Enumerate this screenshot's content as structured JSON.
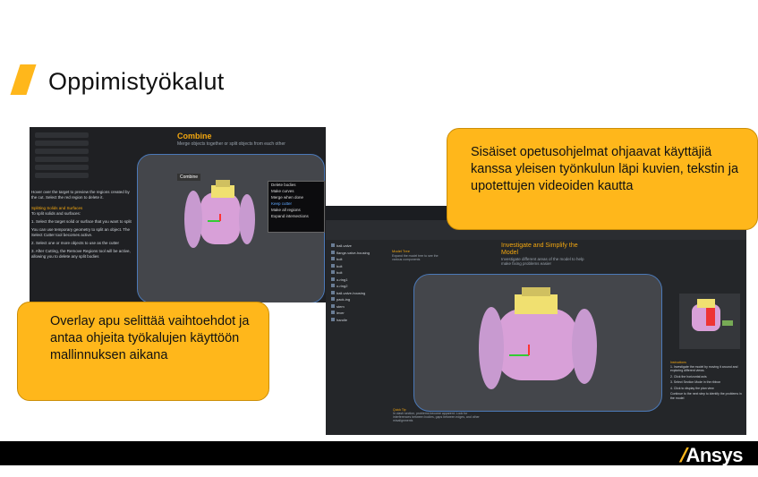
{
  "slide": {
    "title": "Oppimistyökalut"
  },
  "callouts": {
    "right": "Sisäiset opetusohjelmat ohjaavat käyttäjiä kanssa yleisen työnkulun läpi kuvien, tekstin ja upotettujen videoiden kautta",
    "left": "Overlay apu selittää vaihtoehdot ja antaa ohjeita työkalujen käyttöön mallinnuksen aikana"
  },
  "screenshot_left": {
    "heading": "Combine",
    "subheading": "Merge objects together or split objects from each other",
    "tooltip": "Combine",
    "hover_hint": "Hover over the target to preview the regions created by the cut. Select the red region to delete it.",
    "section_title": "Splitting Solids and Surfaces",
    "section_sub": "To split solids and surfaces:",
    "steps": [
      "1. Select the target solid or surface that you want to split",
      "You can use temporary geometry to split an object. The Select Cutter tool becomes active.",
      "2. Select one or more objects to use as the cutter",
      "3. After Cutting, the Remove Regions tool will be active, allowing you to delete any split bodies"
    ],
    "menu": {
      "title": "Delete bodies",
      "items": [
        "Make curves",
        "Merge when done",
        "Keep cutter",
        "Make all regions",
        "Expand intersections"
      ]
    }
  },
  "screenshot_right": {
    "heading": "Investigate and Simplify the Model",
    "subheading": "Investigate different areas of the model to help make fixing problems easier",
    "model_tree_title": "Model Tree",
    "model_tree_text": "Expand the model tree to see the various components",
    "tree_rows": [
      "ball-valve",
      "flange-valve-housing",
      "bolt",
      "bolt",
      "bolt",
      "o-ring1",
      "o-ring2",
      "ball-valve-housing",
      "pack-ing",
      "stem",
      "lever",
      "handle"
    ],
    "instructions_title": "Instructions",
    "instructions": [
      "1. Investigate the model by moving it around and exploring different views.",
      "2. Click the horizontal axis",
      "3. Select Section Mode in the ribbon",
      "4. Click to display the plan view",
      "Continue to the next step to identify the problems in the model"
    ],
    "quick_tip_title": "Quick Tip",
    "quick_tip": "In clash section, problems become apparent. Look for interferences between bodies, gaps between edges, and other misalignments"
  },
  "footer": {
    "logo_text": "Ansys"
  },
  "colors": {
    "accent": "#ffb71b",
    "dark_panel": "#1f2023",
    "highlight_border": "#4b79b8",
    "footer": "#000000"
  }
}
